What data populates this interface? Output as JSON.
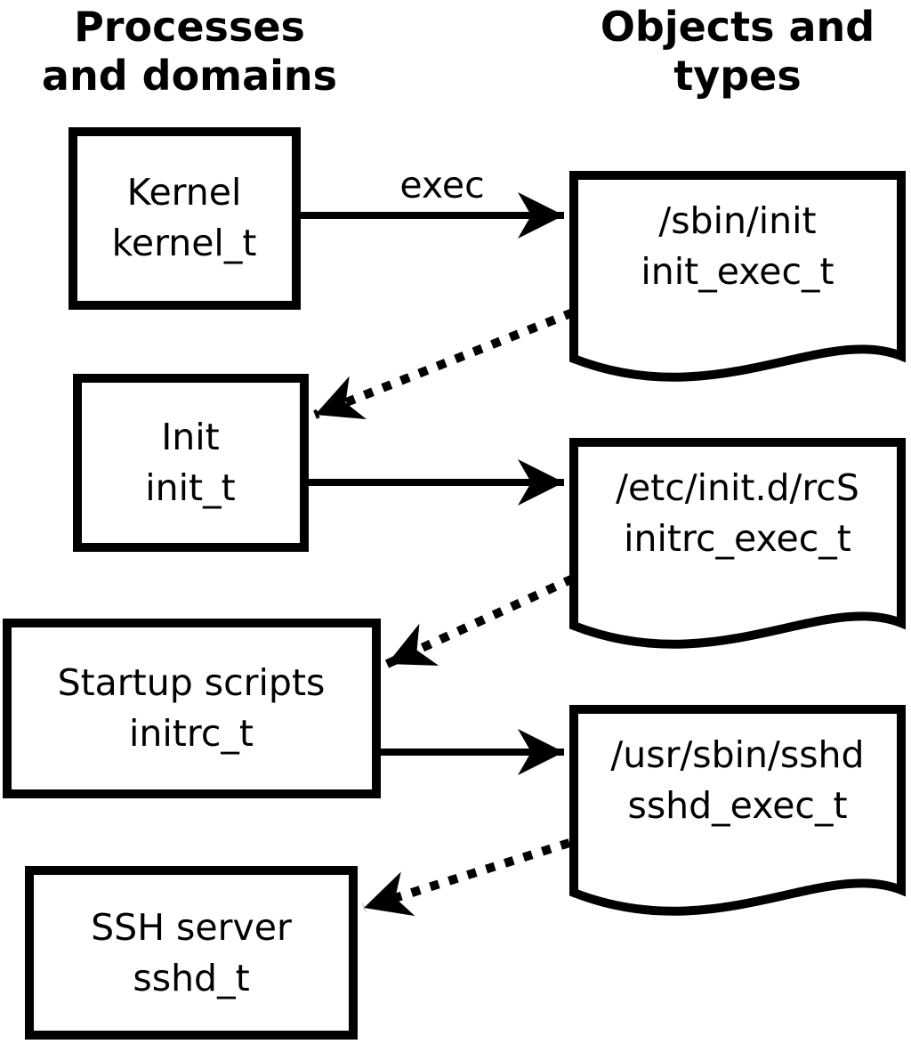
{
  "headers": {
    "left": {
      "line1": "Processes",
      "line2": "and domains"
    },
    "right": {
      "line1": "Objects and",
      "line2": "types"
    }
  },
  "process_boxes": [
    {
      "name": "Kernel",
      "type": "kernel_t"
    },
    {
      "name": "Init",
      "type": "init_t"
    },
    {
      "name": "Startup scripts",
      "type": "initrc_t"
    },
    {
      "name": "SSH server",
      "type": "sshd_t"
    }
  ],
  "object_documents": [
    {
      "path": "/sbin/init",
      "type": "init_exec_t"
    },
    {
      "path": "/etc/init.d/rcS",
      "type": "initrc_exec_t"
    },
    {
      "path": "/usr/sbin/sshd",
      "type": "sshd_exec_t"
    }
  ],
  "edges": {
    "exec_label": "exec",
    "solid_arrows": [
      {
        "from": "Kernel kernel_t",
        "to": "/sbin/init init_exec_t"
      },
      {
        "from": "Init init_t",
        "to": "/etc/init.d/rcS initrc_exec_t"
      },
      {
        "from": "Startup scripts initrc_t",
        "to": "/usr/sbin/sshd sshd_exec_t"
      }
    ],
    "dotted_arrows": [
      {
        "from": "/sbin/init init_exec_t",
        "to": "Init init_t"
      },
      {
        "from": "/etc/init.d/rcS initrc_exec_t",
        "to": "Startup scripts initrc_t"
      },
      {
        "from": "/usr/sbin/sshd sshd_exec_t",
        "to": "SSH server sshd_t"
      }
    ]
  },
  "colors": {
    "ink": "#000000",
    "paper": "#ffffff"
  }
}
